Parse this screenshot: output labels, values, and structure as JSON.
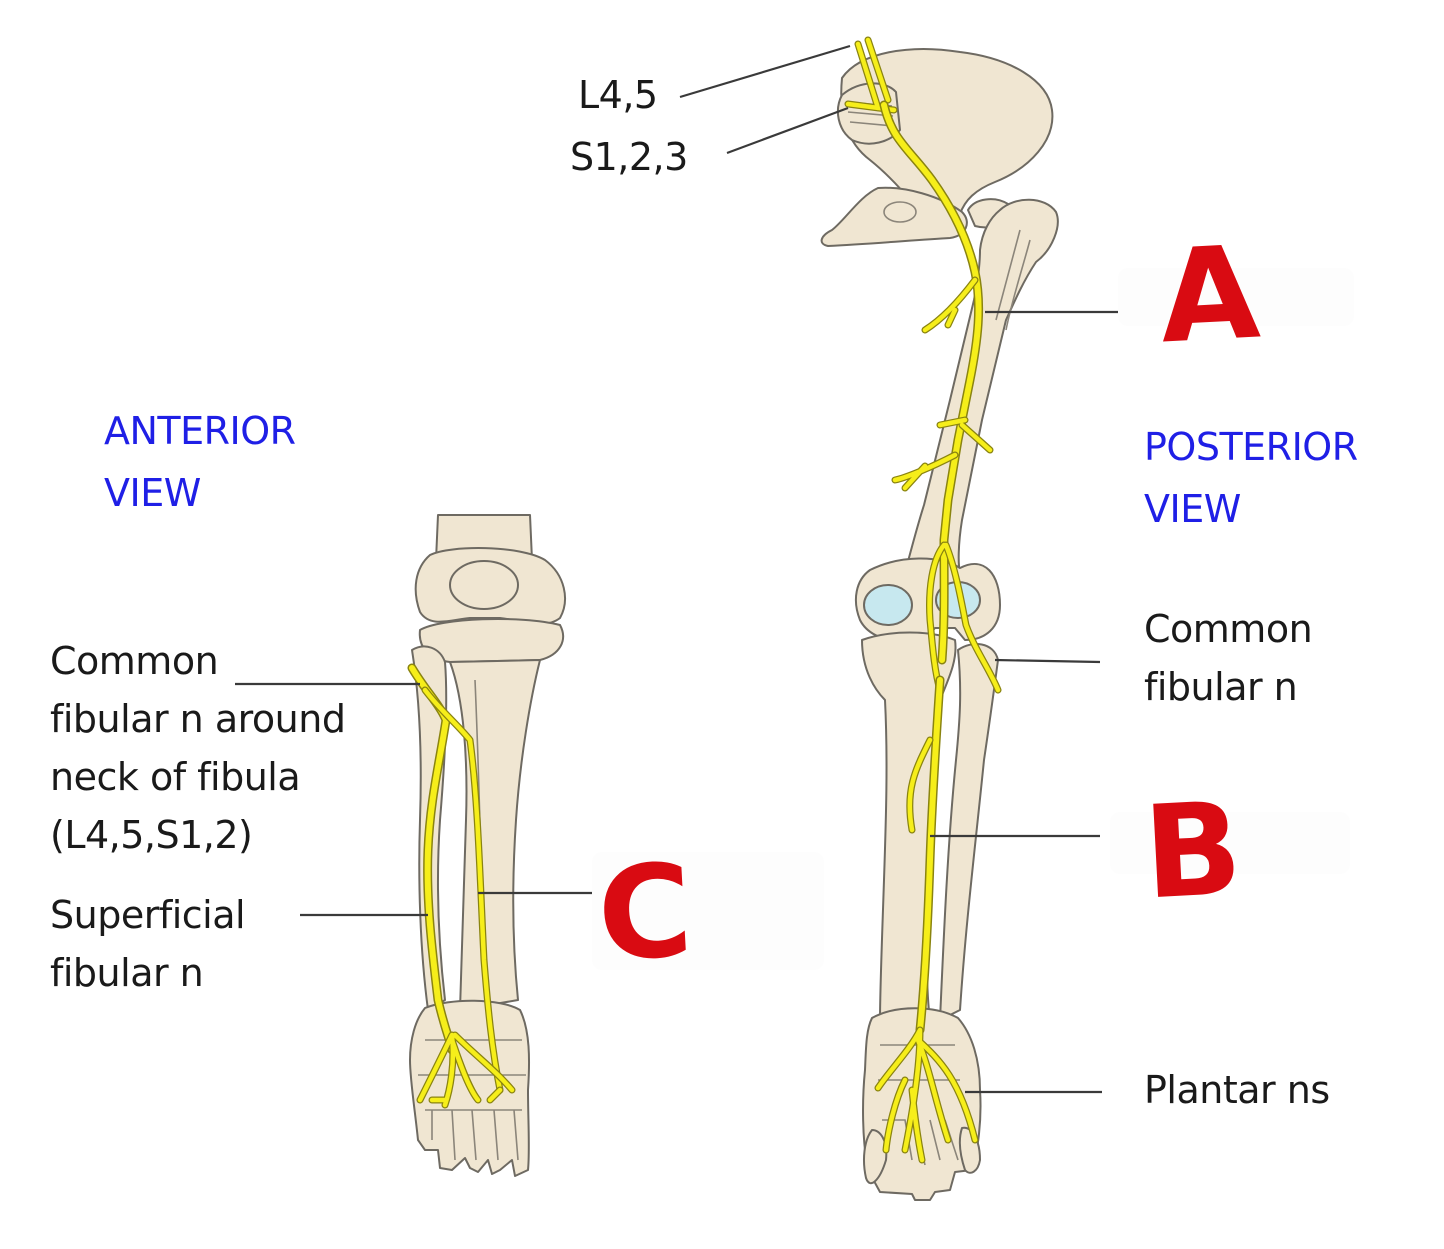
{
  "labels": {
    "root_l": "L4,5",
    "root_s": "S1,2,3",
    "anterior_view": [
      "ANTERIOR",
      "VIEW"
    ],
    "posterior_view": [
      "POSTERIOR",
      "VIEW"
    ],
    "common_fibular_neck": [
      "Common",
      "fibular n around",
      "neck of fibula",
      "(L4,5,S1,2)"
    ],
    "superficial_fibular": [
      "Superficial",
      "fibular n"
    ],
    "common_fibular_posterior": [
      "Common",
      "fibular n"
    ],
    "plantar": "Plantar ns"
  },
  "answers": {
    "a": "A",
    "b": "B",
    "c": "C"
  },
  "colors": {
    "bone_fill": "#f0e6d2",
    "bone_stroke": "#6e6a62",
    "nerve": "#f6ee1a",
    "nerve_outline": "#8a8410",
    "cartilage": "#c7e8ef",
    "view_text": "#1f1fe6",
    "answer_text": "#d90b12",
    "leader_line": "#3a3a3a"
  }
}
